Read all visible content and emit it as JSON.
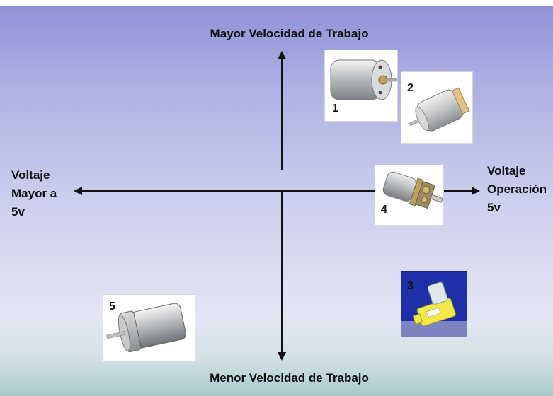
{
  "axes": {
    "top_label": "Mayor Velocidad de Trabajo",
    "bottom_label": "Menor Velocidad de Trabajo",
    "left_label": [
      "Voltaje",
      "Mayor a",
      "5v"
    ],
    "right_label": [
      "Voltaje",
      "Operación",
      "5v"
    ]
  },
  "motors": [
    {
      "number": "1",
      "icon": "mini-dc-motor-icon"
    },
    {
      "number": "2",
      "icon": "micro-dc-motor-icon"
    },
    {
      "number": "3",
      "icon": "yellow-gear-motor-icon"
    },
    {
      "number": "4",
      "icon": "micro-gear-motor-icon"
    },
    {
      "number": "5",
      "icon": "large-dc-motor-icon"
    }
  ],
  "colors": {
    "motor3_background": "#1f2fa8",
    "motor3_body": "#f2e84a"
  }
}
